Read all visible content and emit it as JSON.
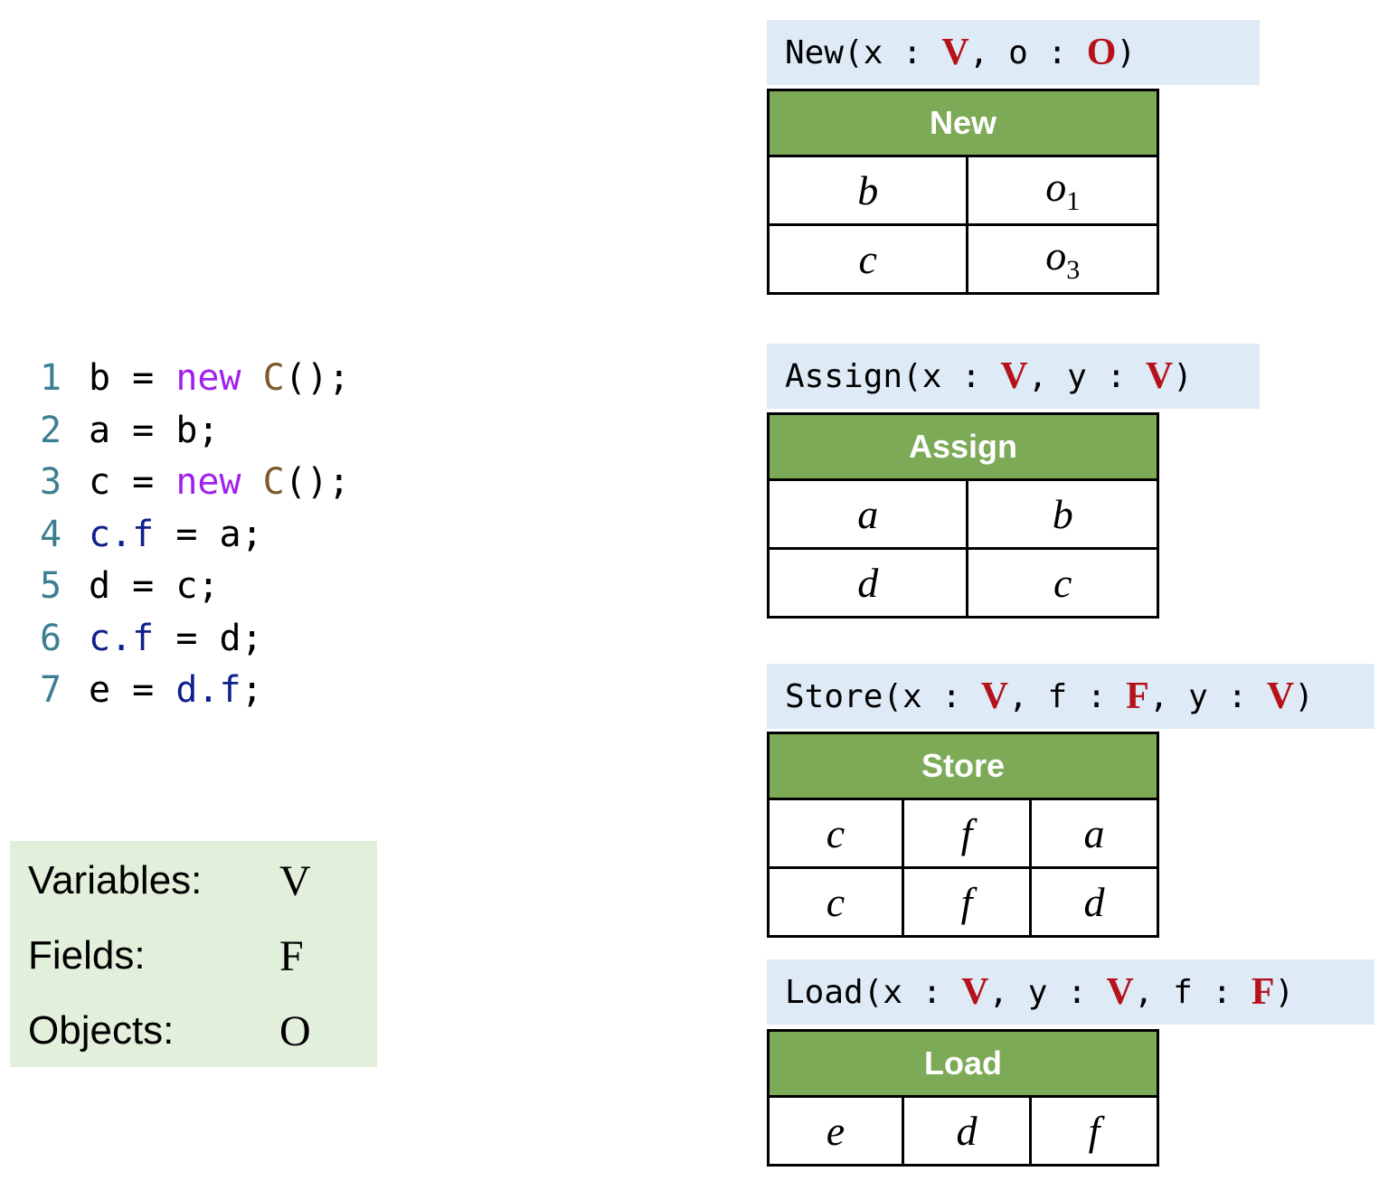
{
  "code": {
    "lines": [
      {
        "num": "1",
        "segments": [
          {
            "text": "b = ",
            "kind": "plain"
          },
          {
            "text": "new",
            "kind": "new"
          },
          {
            "text": " ",
            "kind": "plain"
          },
          {
            "text": "C",
            "kind": "class"
          },
          {
            "text": "();",
            "kind": "plain"
          }
        ]
      },
      {
        "num": "2",
        "segments": [
          {
            "text": "a = b;",
            "kind": "plain"
          }
        ]
      },
      {
        "num": "3",
        "segments": [
          {
            "text": "c = ",
            "kind": "plain"
          },
          {
            "text": "new",
            "kind": "new"
          },
          {
            "text": " ",
            "kind": "plain"
          },
          {
            "text": "C",
            "kind": "class"
          },
          {
            "text": "();",
            "kind": "plain"
          }
        ]
      },
      {
        "num": "4",
        "segments": [
          {
            "text": "c.f",
            "kind": "field"
          },
          {
            "text": " = a;",
            "kind": "plain"
          }
        ]
      },
      {
        "num": "5",
        "segments": [
          {
            "text": "d = c;",
            "kind": "plain"
          }
        ]
      },
      {
        "num": "6",
        "segments": [
          {
            "text": "c.f",
            "kind": "field"
          },
          {
            "text": " = d;",
            "kind": "plain"
          }
        ]
      },
      {
        "num": "7",
        "segments": [
          {
            "text": "e = ",
            "kind": "plain"
          },
          {
            "text": "d.f",
            "kind": "field"
          },
          {
            "text": ";",
            "kind": "plain"
          }
        ]
      }
    ]
  },
  "legend": {
    "rows": [
      {
        "label": "Variables:",
        "symbol": "V"
      },
      {
        "label": "Fields:",
        "symbol": "F"
      },
      {
        "label": "Objects:",
        "symbol": "O"
      }
    ]
  },
  "relations": [
    {
      "signature": [
        {
          "t": "New(x : "
        },
        {
          "ty": "V"
        },
        {
          "t": ", o : "
        },
        {
          "ty": "O"
        },
        {
          "t": ")"
        }
      ],
      "header": "New",
      "columns": 2,
      "rows": [
        [
          {
            "v": "b"
          },
          {
            "v": "o",
            "sub": "1"
          }
        ],
        [
          {
            "v": "c"
          },
          {
            "v": "o",
            "sub": "3"
          }
        ]
      ]
    },
    {
      "signature": [
        {
          "t": "Assign(x : "
        },
        {
          "ty": "V"
        },
        {
          "t": ", y : "
        },
        {
          "ty": "V"
        },
        {
          "t": ")"
        }
      ],
      "header": "Assign",
      "columns": 2,
      "rows": [
        [
          {
            "v": "a"
          },
          {
            "v": "b"
          }
        ],
        [
          {
            "v": "d"
          },
          {
            "v": "c"
          }
        ]
      ]
    },
    {
      "signature": [
        {
          "t": "Store(x : "
        },
        {
          "ty": "V"
        },
        {
          "t": ", f : "
        },
        {
          "ty": "F"
        },
        {
          "t": ", y : "
        },
        {
          "ty": "V"
        },
        {
          "t": ")"
        }
      ],
      "header": "Store",
      "columns": 3,
      "rows": [
        [
          {
            "v": "c"
          },
          {
            "v": "f"
          },
          {
            "v": "a"
          }
        ],
        [
          {
            "v": "c"
          },
          {
            "v": "f"
          },
          {
            "v": "d"
          }
        ]
      ]
    },
    {
      "signature": [
        {
          "t": "Load(x : "
        },
        {
          "ty": "V"
        },
        {
          "t": ", y : "
        },
        {
          "ty": "V"
        },
        {
          "t": ", f : "
        },
        {
          "ty": "F"
        },
        {
          "t": ")"
        }
      ],
      "header": "Load",
      "columns": 3,
      "rows": [
        [
          {
            "v": "e"
          },
          {
            "v": "d"
          },
          {
            "v": "f"
          }
        ]
      ]
    }
  ]
}
